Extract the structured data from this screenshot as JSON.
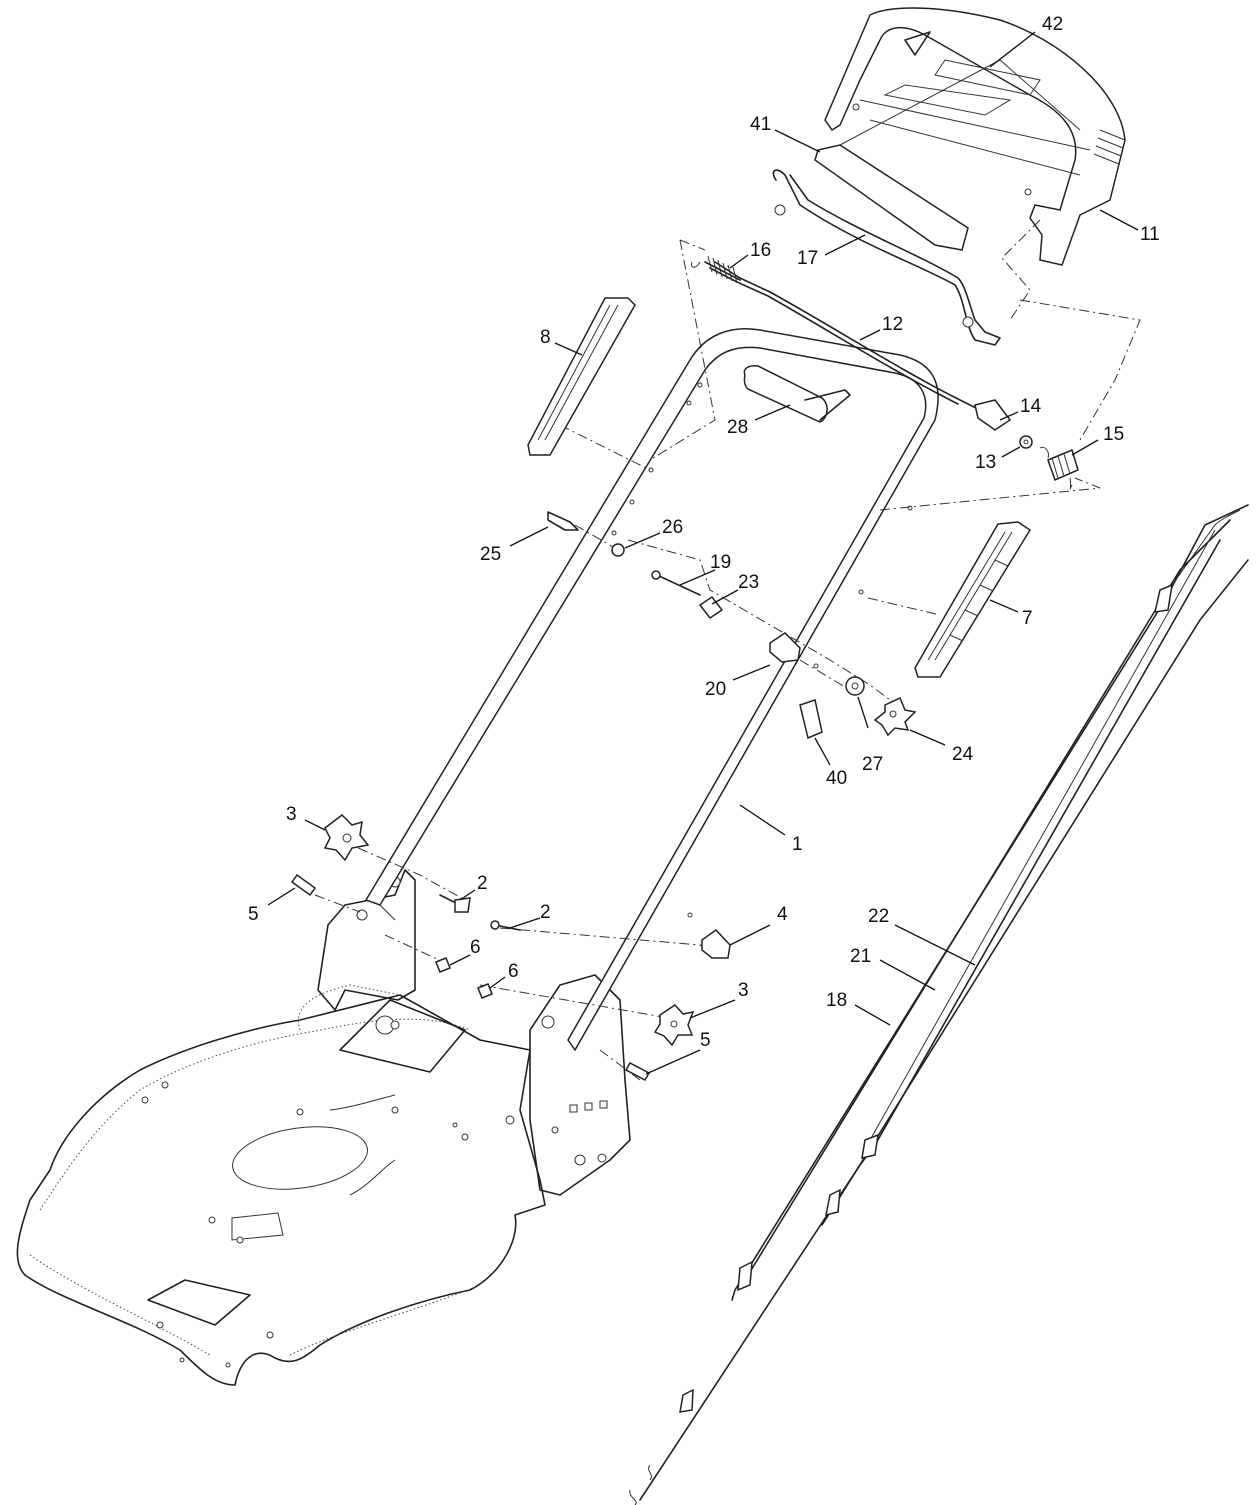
{
  "callouts": [
    {
      "id": "c42",
      "text": "42"
    },
    {
      "id": "c41",
      "text": "41"
    },
    {
      "id": "c11",
      "text": "11"
    },
    {
      "id": "c16",
      "text": "16"
    },
    {
      "id": "c17",
      "text": "17"
    },
    {
      "id": "c12",
      "text": "12"
    },
    {
      "id": "c8",
      "text": "8"
    },
    {
      "id": "c14",
      "text": "14"
    },
    {
      "id": "c15",
      "text": "15"
    },
    {
      "id": "c13",
      "text": "13"
    },
    {
      "id": "c28",
      "text": "28"
    },
    {
      "id": "c25",
      "text": "25"
    },
    {
      "id": "c26",
      "text": "26"
    },
    {
      "id": "c19",
      "text": "19"
    },
    {
      "id": "c23",
      "text": "23"
    },
    {
      "id": "c7",
      "text": "7"
    },
    {
      "id": "c20",
      "text": "20"
    },
    {
      "id": "c24",
      "text": "24"
    },
    {
      "id": "c27",
      "text": "27"
    },
    {
      "id": "c40",
      "text": "40"
    },
    {
      "id": "c3a",
      "text": "3"
    },
    {
      "id": "c1",
      "text": "1"
    },
    {
      "id": "c2a",
      "text": "2"
    },
    {
      "id": "c5a",
      "text": "5"
    },
    {
      "id": "c2b",
      "text": "2"
    },
    {
      "id": "c4",
      "text": "4"
    },
    {
      "id": "c6a",
      "text": "6"
    },
    {
      "id": "c6b",
      "text": "6"
    },
    {
      "id": "c3b",
      "text": "3"
    },
    {
      "id": "c5b",
      "text": "5"
    },
    {
      "id": "c22",
      "text": "22"
    },
    {
      "id": "c21",
      "text": "21"
    },
    {
      "id": "c18",
      "text": "18"
    }
  ]
}
